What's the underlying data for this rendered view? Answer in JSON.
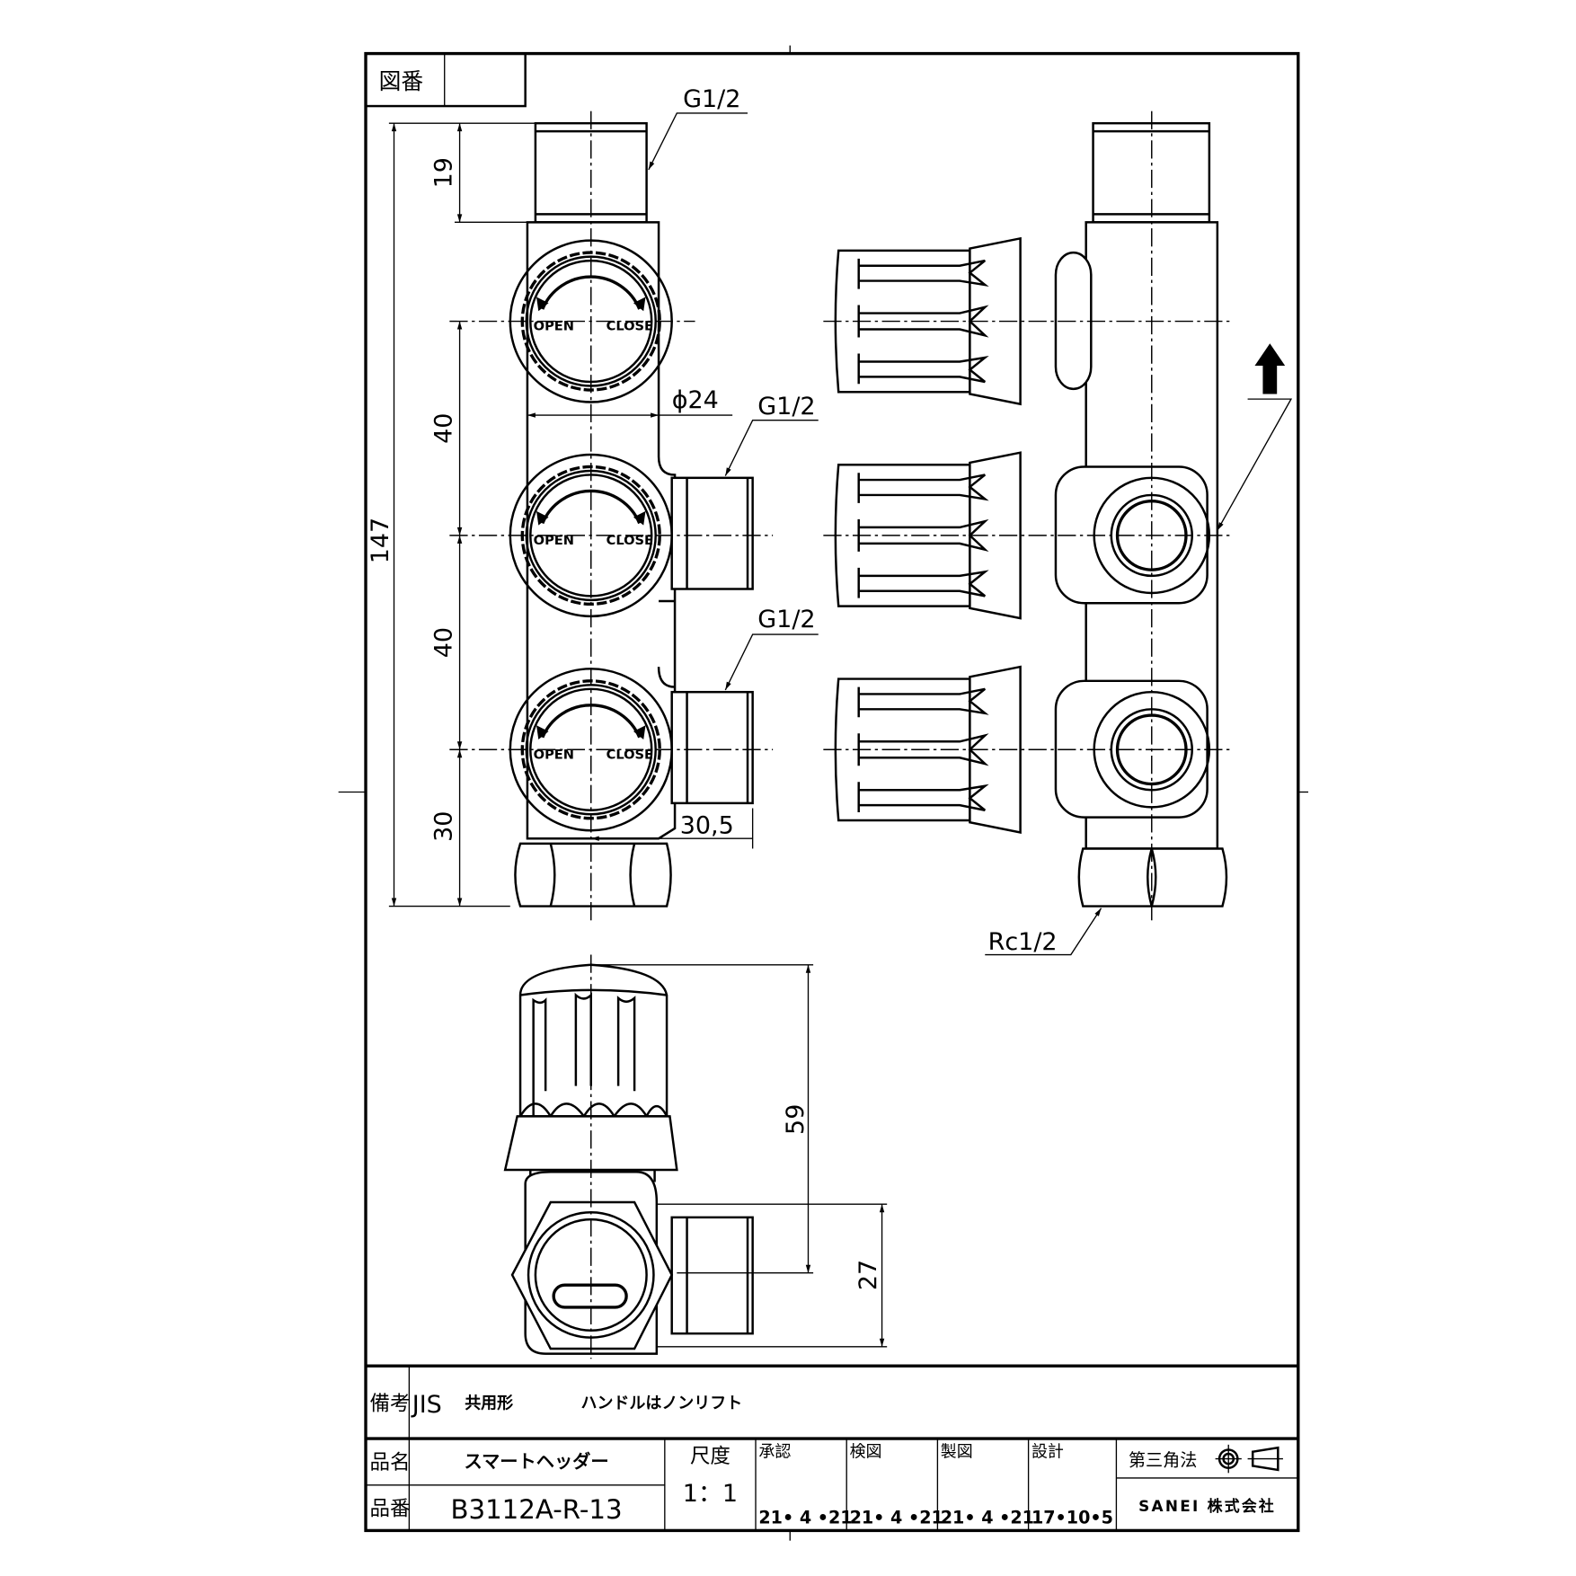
{
  "drawing_number": {
    "label": "図番",
    "value": ""
  },
  "dimensions": {
    "thread_top": "G1/2",
    "thread_outlet_1": "G1/2",
    "thread_outlet_2": "G1/2",
    "d19": "19",
    "d40a": "40",
    "d40b": "40",
    "d30": "30",
    "d147": "147",
    "dia24": "ϕ24",
    "d30_5": "30,5",
    "d59": "59",
    "d27": "27",
    "thread_bottom": "Rc1/2"
  },
  "valve": {
    "open": "OPEN",
    "close": "CLOSE"
  },
  "title_block": {
    "remarks_label": "備考",
    "remarks_standard": "JIS",
    "remarks_type": "共用形",
    "remarks_note": "ハンドルはノンリフト",
    "name_label": "品名",
    "name_value": "スマートヘッダー",
    "part_label": "品番",
    "part_value": "B3112A-R-13",
    "scale_label": "尺度",
    "scale_value": "1：1",
    "approved_label": "承認",
    "approved_date": "21• 4 •21",
    "checked_label": "検図",
    "checked_date": "21• 4 •21",
    "drawn_label": "製図",
    "drawn_date": "21• 4 •21",
    "designed_label": "設計",
    "designed_date": "17•10•5",
    "projection_label": "第三角法",
    "company": "SANEI 株式会社"
  }
}
